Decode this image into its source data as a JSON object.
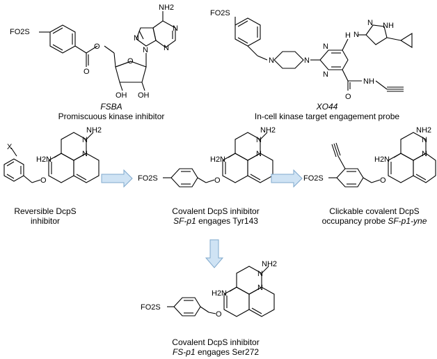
{
  "atoms": {
    "so2": "FO2S",
    "nh2": "NH2",
    "h2n": "H2N",
    "n": "N",
    "o": "O",
    "oh": "OH",
    "nh": "NH",
    "h": "H",
    "x": "X",
    "so2_fsba": "FO2S"
  },
  "compounds": {
    "fsba": {
      "name": "FSBA",
      "desc": "Promiscuous kinase inhibitor"
    },
    "xo44": {
      "name": "XO44",
      "desc": "In-cell kinase target engagement probe"
    },
    "reversible": {
      "line1": "Reversible DcpS",
      "line2": "inhibitor"
    },
    "sfp1": {
      "line1": "Covalent DcpS inhibitor",
      "name": "SF-p1",
      "rest": " engages Tyr143"
    },
    "sfp1yne": {
      "line1": "Clickable covalent DcpS",
      "line2": "occupancy probe ",
      "name": "SF-p1-yne"
    },
    "fsp1": {
      "line1": "Covalent DcpS inhibitor",
      "name": "FS-p1",
      "rest": " engages Ser272"
    }
  },
  "colors": {
    "arrow_fill": "#cfe3f4",
    "arrow_stroke": "#7fa8cc"
  },
  "icons": [
    "right-arrow-icon",
    "right-arrow-icon",
    "down-arrow-icon"
  ]
}
